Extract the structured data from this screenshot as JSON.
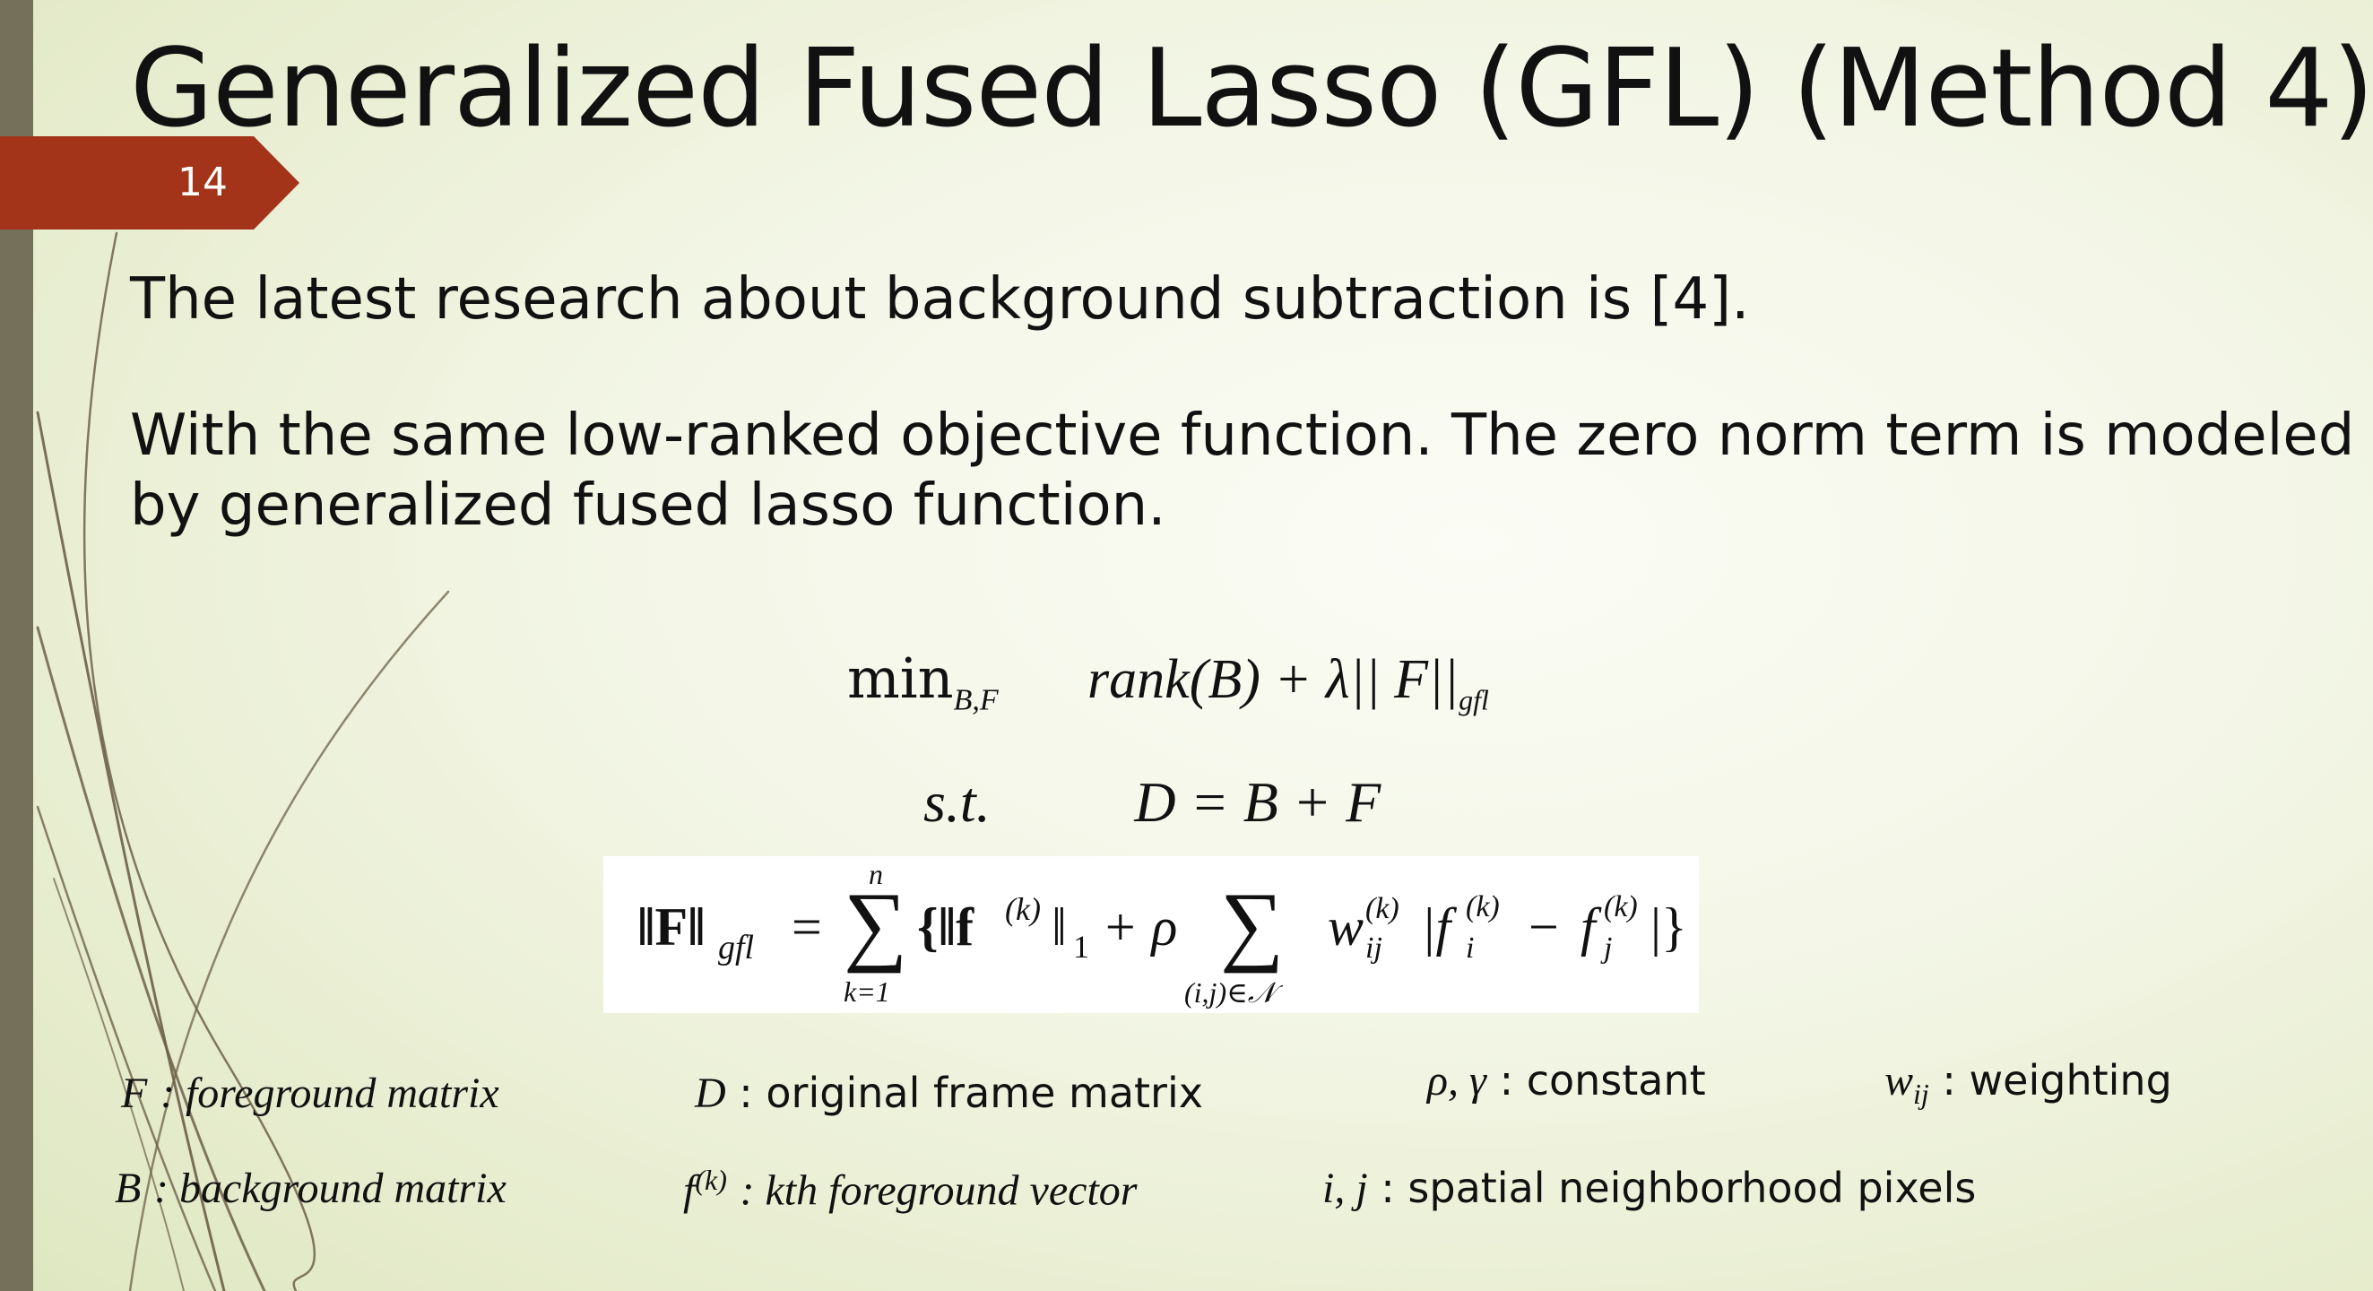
{
  "slide": {
    "title": "Generalized Fused Lasso (GFL) (Method 4)",
    "number": "14",
    "paragraph_1": "The latest research about background subtraction is [4].",
    "paragraph_2_line_1": "With the same low-ranked objective function. The zero norm term is modeled",
    "paragraph_2_line_2": "by generalized fused lasso function."
  },
  "equations": {
    "objective_min": "min",
    "objective_vars": "B,F",
    "objective_body": "rank(B) + λ|| F||",
    "objective_norm": "gfl",
    "constraint_label": "s.t.",
    "constraint_body": "D = B + F",
    "gfl_lhs": "‖F‖",
    "gfl_lhs_sub": "gfl",
    "gfl_equals": "=",
    "sum_upper": "n",
    "sum_lower": "k=1",
    "gfl_term_1": "{‖f",
    "gfl_term_1_sup": "(k)",
    "gfl_term_1_end": "‖",
    "gfl_term_1_sub": "1",
    "gfl_plus_rho": "+ ρ",
    "sum2_lower": "(i,j)∈𝒩",
    "gfl_w": "w",
    "gfl_w_sup": "(k)",
    "gfl_w_sub": "ij",
    "gfl_abs_open": "|f",
    "gfl_fi_sup": "(k)",
    "gfl_fi_sub": "i",
    "gfl_minus": "−",
    "gfl_fj": "f",
    "gfl_fj_sup": "(k)",
    "gfl_fj_sub": "j",
    "gfl_close": "|}"
  },
  "legend": {
    "F_symbol": "F",
    "F_desc": ": foreground matrix",
    "D_symbol": "D",
    "D_desc": ": original frame matrix",
    "rho_gamma_symbol": "ρ,  γ",
    "rho_gamma_desc": ": constant",
    "w_symbol": "w",
    "w_sub": "ij",
    "w_desc": ": weighting",
    "B_symbol": "B",
    "B_desc": ": background matrix",
    "fk_symbol": "f",
    "fk_sup": "(k)",
    "fk_desc": ": kth foreground vector",
    "ij_symbol": "i, j",
    "ij_desc": ": spatial neighborhood pixels"
  },
  "colors": {
    "accent_red": "#a33419",
    "side_bar": "#75705a",
    "background": "#eef2dc"
  }
}
